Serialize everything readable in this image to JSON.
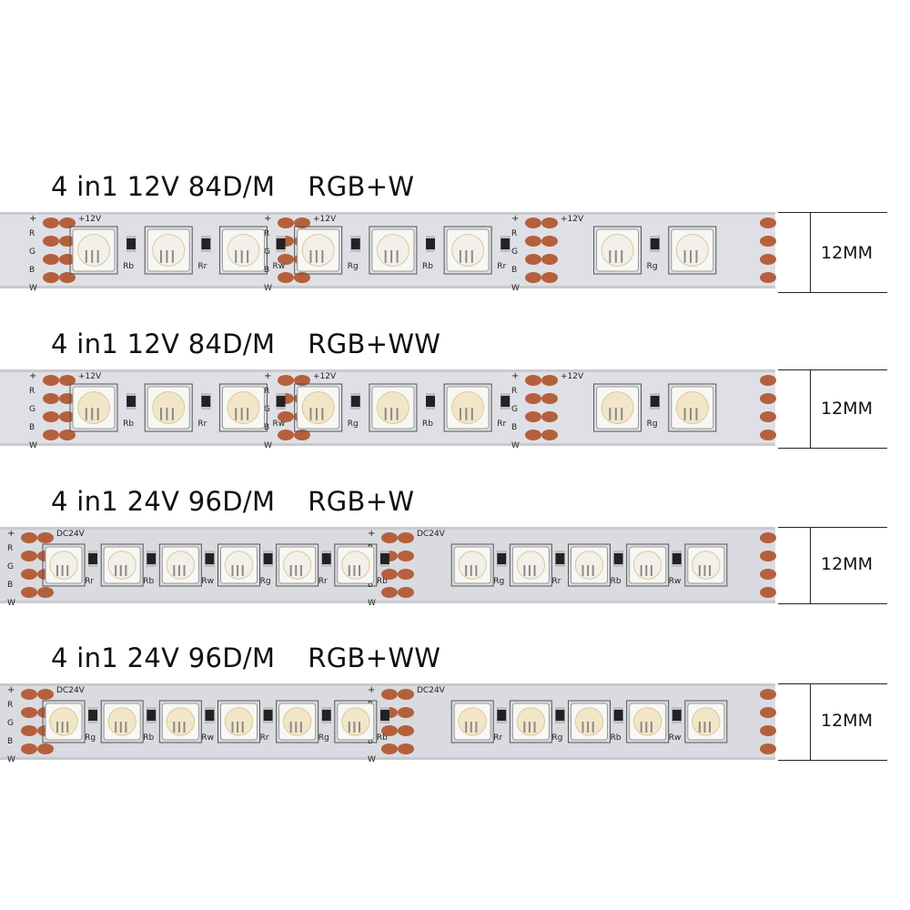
{
  "strips": [
    {
      "model": "4 in1",
      "voltage": "12V",
      "density": "84D/M",
      "color_type": "RGB+W",
      "width": "12MM",
      "voltage_label": "+12V",
      "pcb_color": "#dfe0e5",
      "led_phosphor": "#f2f0e8",
      "resistor_labels": [
        "Rb",
        "Rr",
        "Rw",
        "Rg"
      ],
      "pad_labels": [
        "R",
        "G",
        "B",
        "W"
      ],
      "pad_polarity": "+"
    },
    {
      "model": "4 in1",
      "voltage": "12V",
      "density": "84D/M",
      "color_type": "RGB+WW",
      "width": "12MM",
      "voltage_label": "+12V",
      "pcb_color": "#dfe0e5",
      "led_phosphor": "#f3e6c8",
      "resistor_labels": [
        "Rb",
        "Rr",
        "Rw",
        "Rg"
      ],
      "pad_labels": [
        "R",
        "G",
        "B",
        "W"
      ],
      "pad_polarity": "+"
    },
    {
      "model": "4 in1",
      "voltage": "24V",
      "density": "96D/M",
      "color_type": "RGB+W",
      "width": "12MM",
      "voltage_label": "DC24V",
      "pcb_color": "#dadbe0",
      "led_phosphor": "#f2f0e8",
      "resistor_labels": [
        "Rr",
        "Rb",
        "Rw",
        "Rg"
      ],
      "pad_labels": [
        "R",
        "G",
        "B",
        "W"
      ],
      "pad_polarity": "+"
    },
    {
      "model": "4 in1",
      "voltage": "24V",
      "density": "96D/M",
      "color_type": "RGB+WW",
      "width": "12MM",
      "voltage_label": "DC24V",
      "pcb_color": "#dadbe0",
      "led_phosphor": "#f3e6c8",
      "resistor_labels": [
        "Rg",
        "Rb",
        "Rw",
        "Rr"
      ],
      "pad_labels": [
        "R",
        "G",
        "B",
        "W"
      ],
      "pad_polarity": "+"
    }
  ],
  "colors": {
    "copper_pad": "#b5603d",
    "silkscreen": "#222222",
    "resistor_body": "#222222",
    "led_housing": "#f7f7f4",
    "dimension_line": "#222222"
  }
}
